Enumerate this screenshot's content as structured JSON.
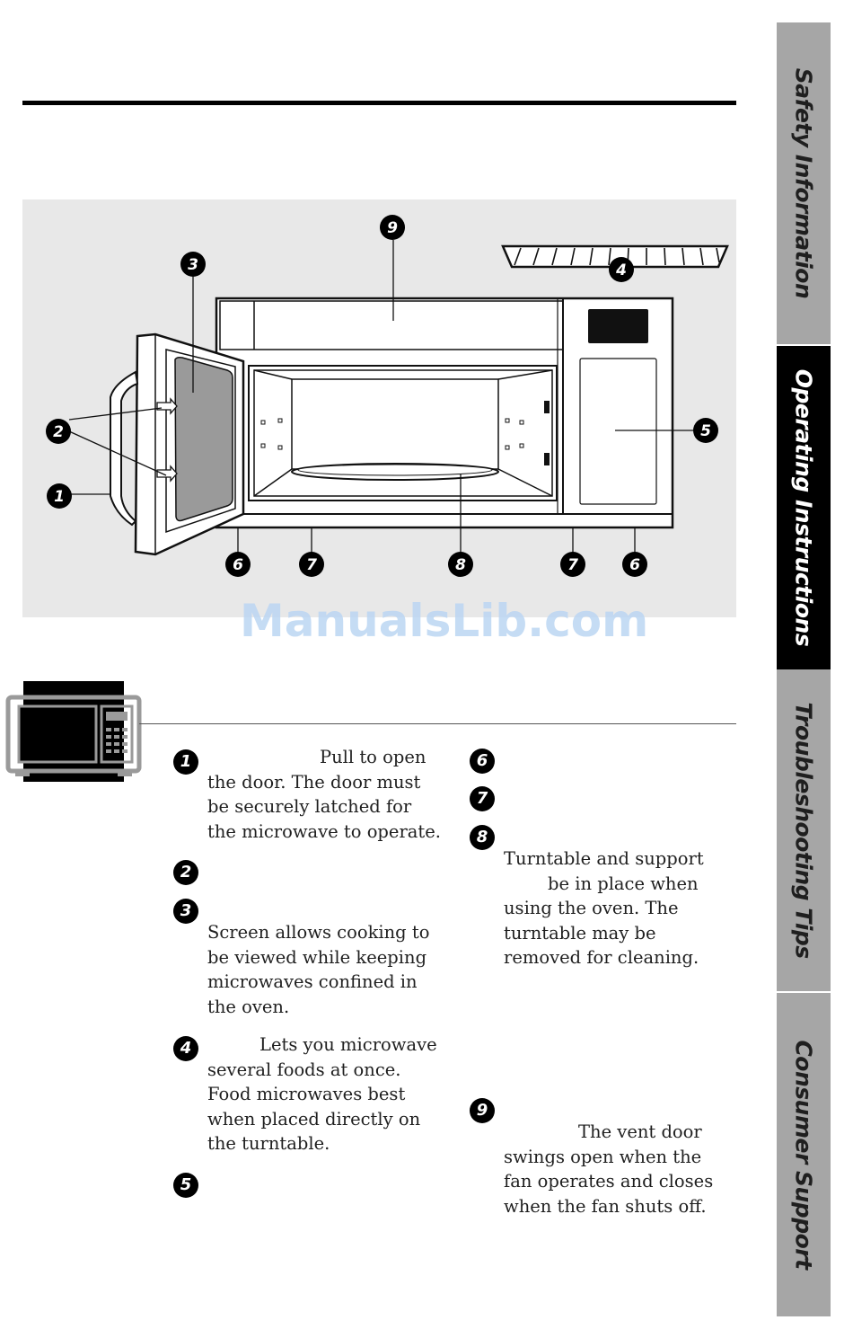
{
  "tabs": [
    {
      "label": "Safety Information",
      "active": false
    },
    {
      "label": "Operating Instructions",
      "active": true
    },
    {
      "label": "Troubleshooting Tips",
      "active": false
    },
    {
      "label": "Consumer Support",
      "active": false
    }
  ],
  "watermark": "ManualsLib.com",
  "diagram_callouts": [
    "9",
    "3",
    "4",
    "2",
    "5",
    "1",
    "6",
    "7",
    "8",
    "7",
    "6"
  ],
  "features": [
    {
      "num": "1",
      "lines": [
        "Pull to open",
        "the door. The door must",
        "be securely latched for",
        "the microwave to operate."
      ]
    },
    {
      "num": "2",
      "lines": []
    },
    {
      "num": "3",
      "lines": [
        "Screen allows cooking to",
        "be viewed while keeping",
        "microwaves confined in",
        "the oven."
      ]
    },
    {
      "num": "4",
      "lines": [
        "Lets you microwave",
        "several foods at once.",
        "Food microwaves best",
        "when placed directly on",
        "the turntable."
      ]
    },
    {
      "num": "5",
      "lines": []
    },
    {
      "num": "6",
      "lines": []
    },
    {
      "num": "7",
      "lines": []
    },
    {
      "num": "8",
      "lines": [
        "Turntable and support",
        "be in place when",
        "using the oven. The",
        "turntable may be",
        "removed for cleaning."
      ]
    },
    {
      "num": "9",
      "lines": [
        "The vent door",
        "swings open when the",
        "fan operates and closes",
        "when the fan shuts off."
      ]
    }
  ],
  "colors": {
    "panel": "#e8e8e8",
    "tab": "#a6a6a6",
    "tab_active": "#000000",
    "watermark": "#bcd6f3"
  }
}
